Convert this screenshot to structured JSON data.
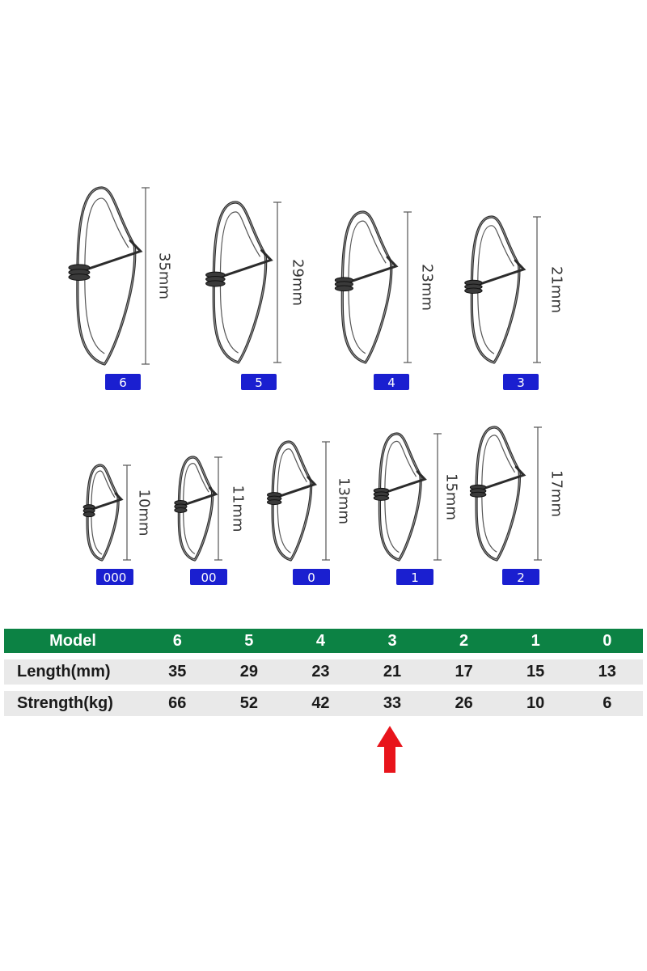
{
  "accent_color": "#1a1fd0",
  "table_header_color": "#0c8244",
  "arrow_color": "#e8141b",
  "snaps": [
    {
      "model": "6",
      "length": "35mm"
    },
    {
      "model": "5",
      "length": "29mm"
    },
    {
      "model": "4",
      "length": "23mm"
    },
    {
      "model": "3",
      "length": "21mm"
    },
    {
      "model": "000",
      "length": "10mm"
    },
    {
      "model": "00",
      "length": "11mm"
    },
    {
      "model": "0",
      "length": "13mm"
    },
    {
      "model": "1",
      "length": "15mm"
    },
    {
      "model": "2",
      "length": "17mm"
    }
  ],
  "table": {
    "header_label": "Model",
    "models": [
      "6",
      "5",
      "4",
      "3",
      "2",
      "1",
      "0"
    ],
    "rows": [
      {
        "label": "Length(mm)",
        "values": [
          "35",
          "29",
          "23",
          "21",
          "17",
          "15",
          "13"
        ]
      },
      {
        "label": "Strength(kg)",
        "values": [
          "66",
          "52",
          "42",
          "33",
          "26",
          "10",
          "6"
        ]
      }
    ]
  },
  "highlight": {
    "icon": "up-arrow-icon",
    "model": "3"
  }
}
